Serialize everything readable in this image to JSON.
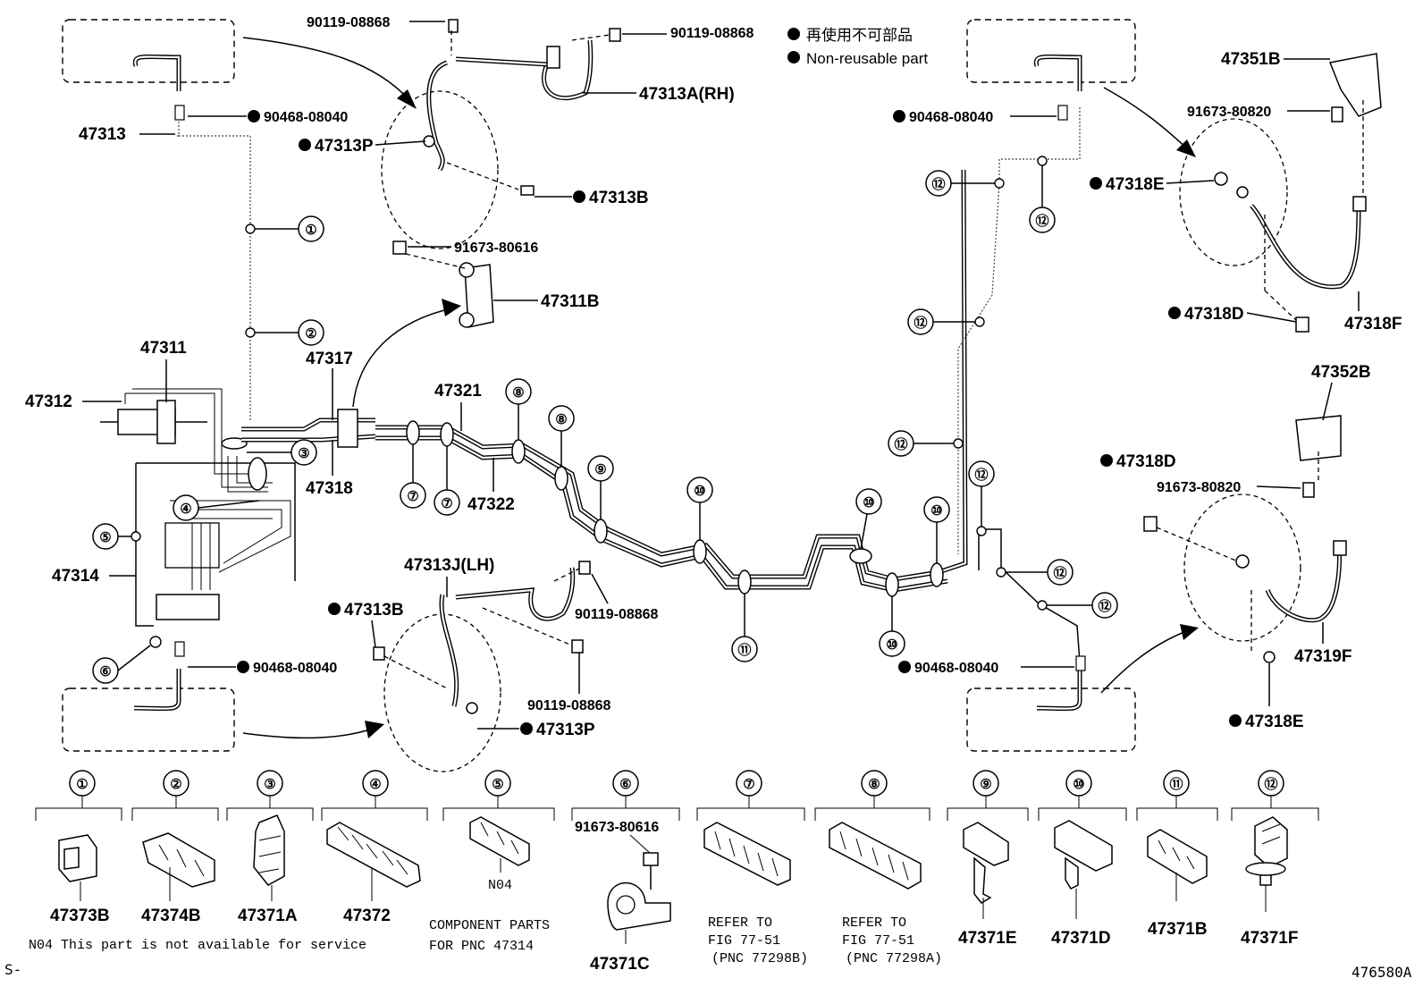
{
  "legend": {
    "jp": "再使用不可部品",
    "en": "Non-reusable part"
  },
  "parts": {
    "p90119_a": "90119-08868",
    "p90119_b": "90119-08868",
    "p90119_c": "90119-08868",
    "p90119_d": "90119-08868",
    "p47313A": "47313A(RH)",
    "p90468_a": "90468-08040",
    "p90468_b": "90468-08040",
    "p90468_c": "90468-08040",
    "p90468_d": "90468-08040",
    "p47313": "47313",
    "p47313P_a": "47313P",
    "p47313P_b": "47313P",
    "p47313B_a": "47313B",
    "p47313B_b": "47313B",
    "p91673_80616": "91673-80616",
    "p47311B": "47311B",
    "p47311": "47311",
    "p47312": "47312",
    "p47317": "47317",
    "p47318": "47318",
    "p47321": "47321",
    "p47322": "47322",
    "p47314": "47314",
    "p47313J": "47313J(LH)",
    "p47351B": "47351B",
    "p91673_80820_a": "91673-80820",
    "p91673_80820_b": "91673-80820",
    "p47318E_a": "47318E",
    "p47318E_b": "47318E",
    "p47318D_a": "47318D",
    "p47318D_b": "47318D",
    "p47318F": "47318F",
    "p47352B": "47352B",
    "p47319F": "47319F"
  },
  "circles": [
    "①",
    "②",
    "③",
    "④",
    "⑤",
    "⑥",
    "⑦",
    "⑧",
    "⑨",
    "⑩",
    "⑪",
    "⑫"
  ],
  "bottom": {
    "c1": {
      "num": "①",
      "part": "47373B"
    },
    "c2": {
      "num": "②",
      "part": "47374B"
    },
    "c3": {
      "num": "③",
      "part": "47371A"
    },
    "c4": {
      "num": "④",
      "part": "47372"
    },
    "c5": {
      "num": "⑤",
      "code": "N04",
      "note1": "COMPONENT PARTS",
      "note2": "FOR PNC 47314"
    },
    "c6": {
      "num": "⑥",
      "bolt": "91673-80616",
      "part": "47371C"
    },
    "c7": {
      "num": "⑦",
      "ref1": "REFER TO",
      "ref2": "FIG 77-51",
      "ref3": "(PNC 77298B)"
    },
    "c8": {
      "num": "⑧",
      "ref1": "REFER TO",
      "ref2": "FIG 77-51",
      "ref3": "(PNC 77298A)"
    },
    "c9": {
      "num": "⑨",
      "part": "47371E"
    },
    "c10": {
      "num": "⑩",
      "part": "47371D"
    },
    "c11": {
      "num": "⑪",
      "part": "47371B"
    },
    "c12": {
      "num": "⑫",
      "part": "47371F"
    }
  },
  "footnote": "N04 This part is not available for service",
  "corner_left": "S-",
  "figure_id": "476580A"
}
